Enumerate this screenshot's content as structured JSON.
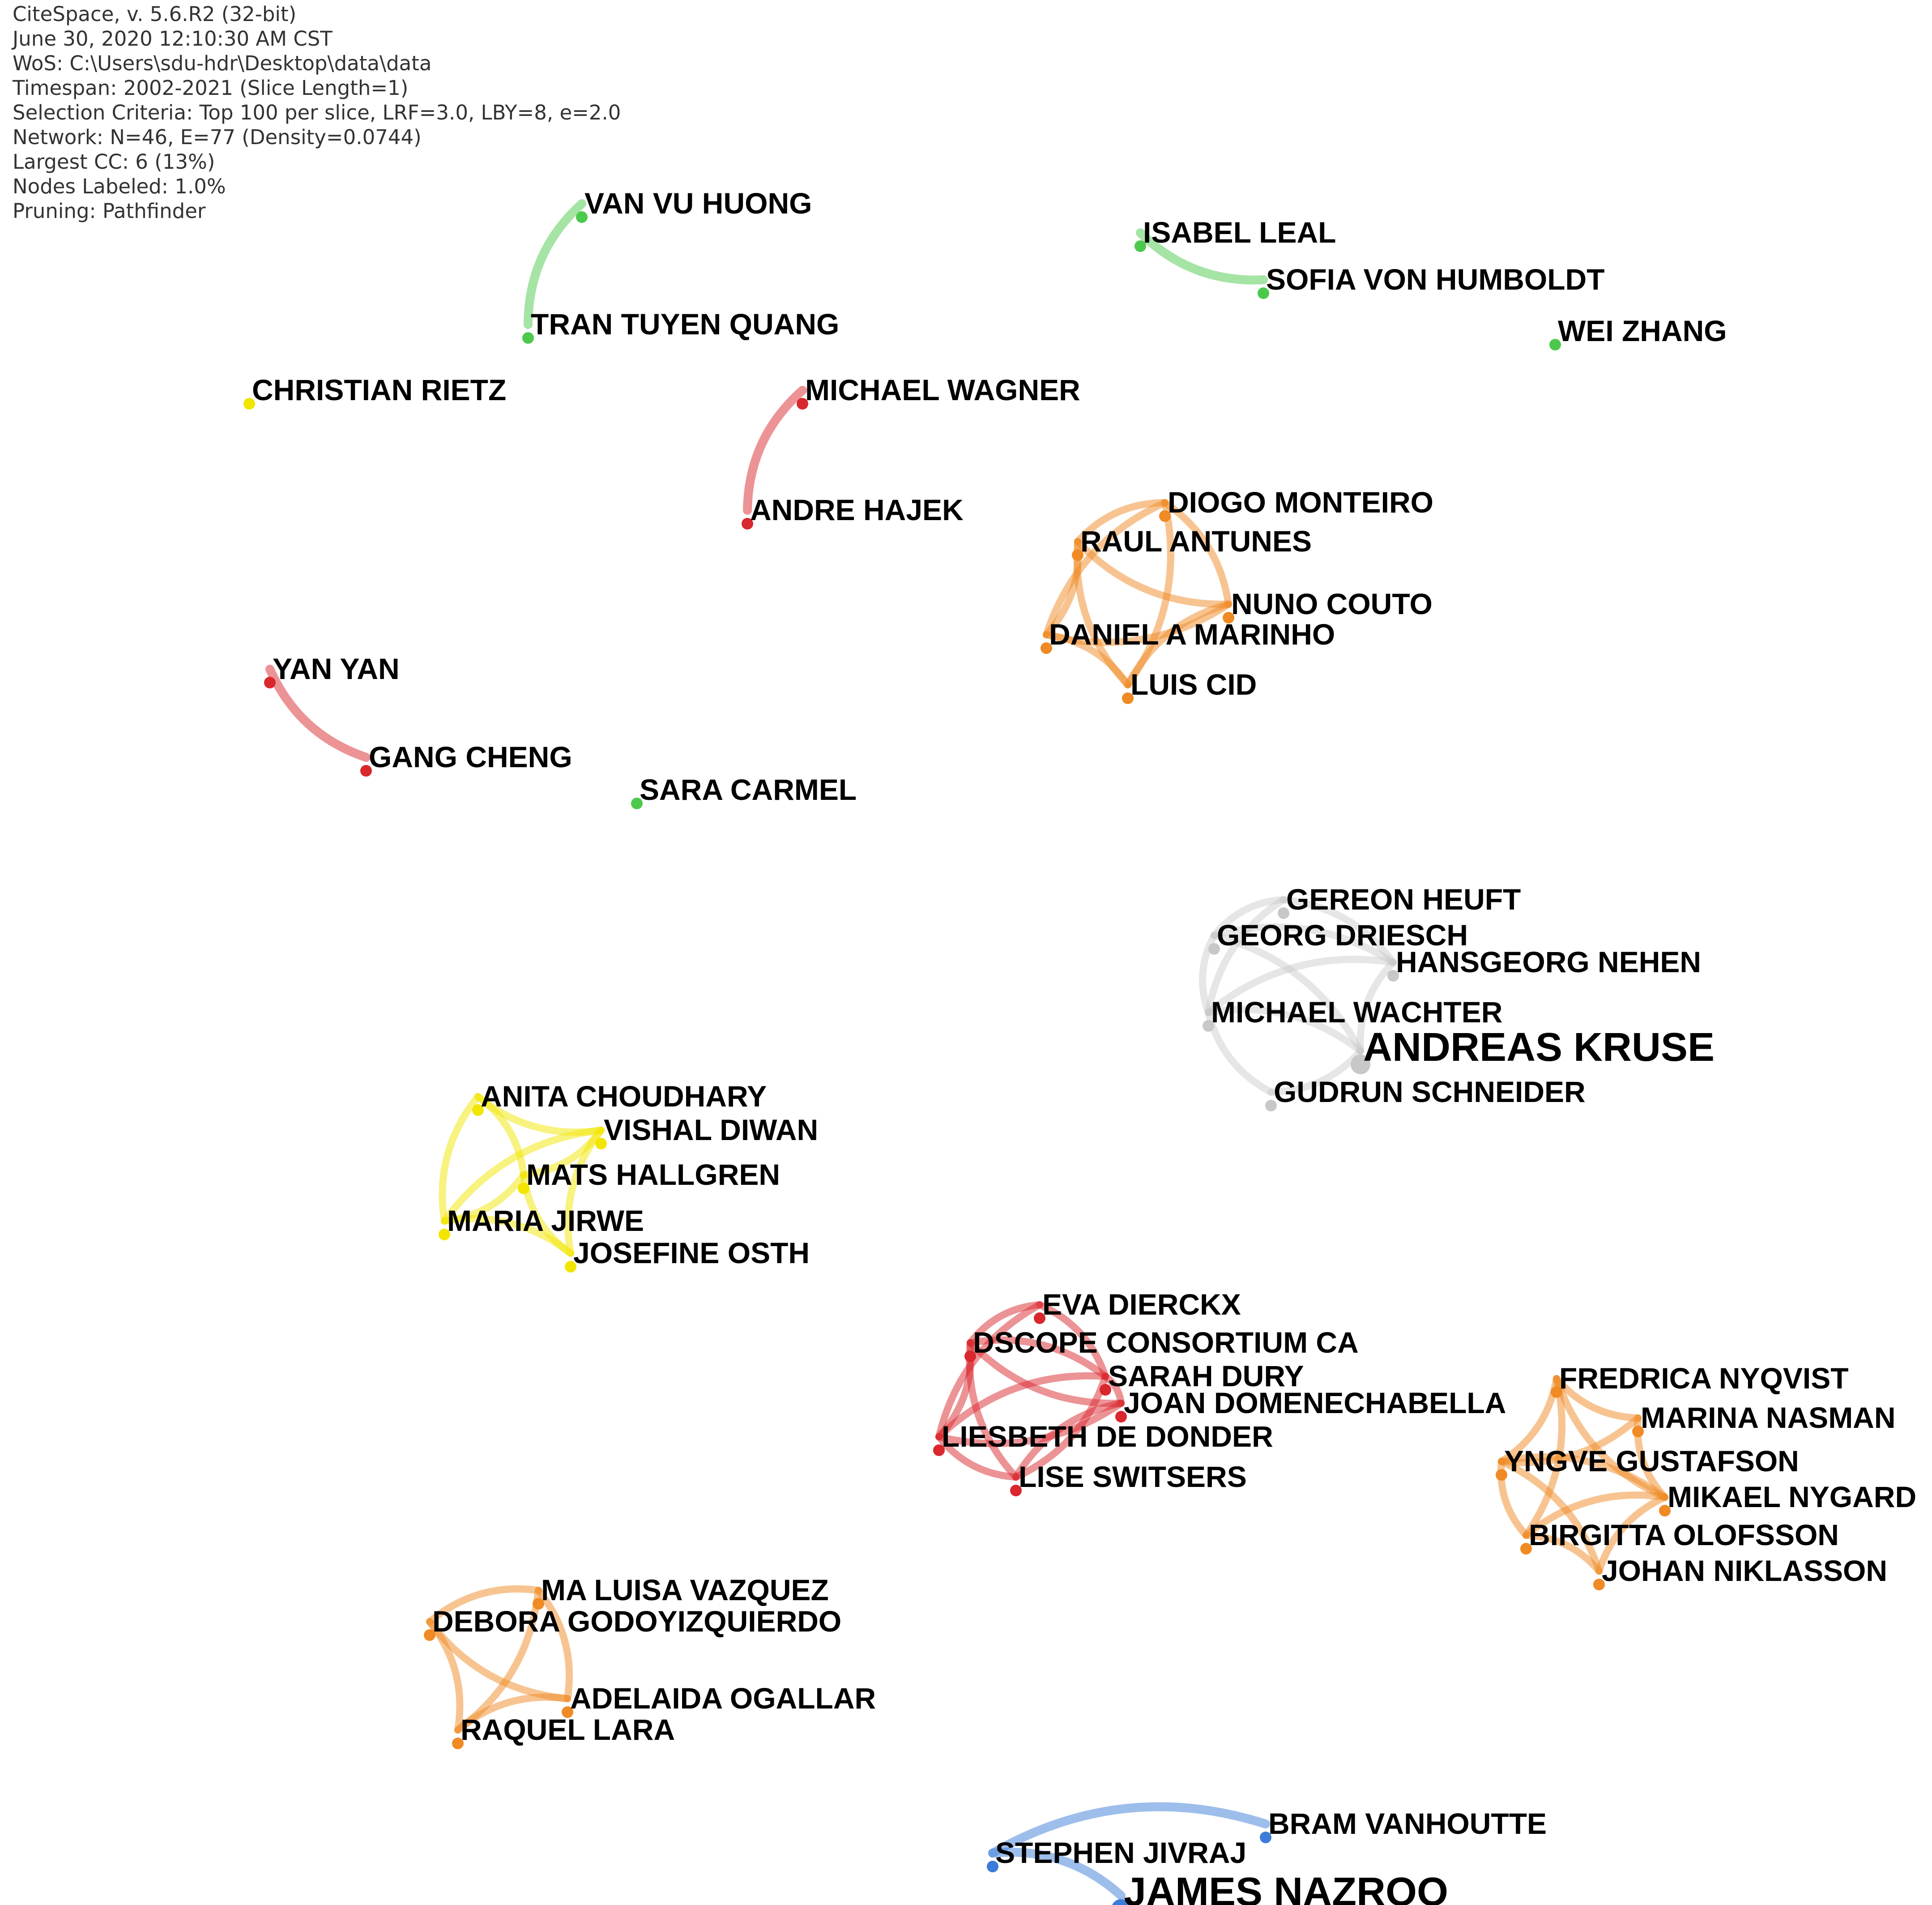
{
  "info": [
    "CiteSpace, v. 5.6.R2 (32-bit)",
    "June 30, 2020 12:10:30 AM CST",
    "WoS: C:\\Users\\sdu-hdr\\Desktop\\data\\data",
    "Timespan: 2002-2021 (Slice Length=1)",
    "Selection Criteria: Top 100 per slice, LRF=3.0, LBY=8, e=2.0",
    "Network: N=46, E=77 (Density=0.0744)",
    "Largest CC: 6 (13%)",
    "Nodes Labeled: 1.0%",
    "Pruning: Pathfinder"
  ],
  "colors": {
    "green": "#4cc94c",
    "yellow": "#f2e600",
    "red": "#d9272e",
    "orange": "#f08a24",
    "gray": "#c8c8c8",
    "blue": "#3b7dd8"
  },
  "clusters": [
    {
      "id": "vu-quang",
      "color": "green",
      "nodes": [
        "VAN VU HUONG",
        "TRAN TUYEN QUANG"
      ]
    },
    {
      "id": "leal-humboldt",
      "color": "green",
      "nodes": [
        "ISABEL LEAL",
        "SOFIA VON HUMBOLDT"
      ]
    },
    {
      "id": "zhang",
      "color": "green",
      "nodes": [
        "WEI ZHANG"
      ]
    },
    {
      "id": "rietz",
      "color": "yellow",
      "nodes": [
        "CHRISTIAN RIETZ"
      ]
    },
    {
      "id": "wagner-hajek",
      "color": "red",
      "nodes": [
        "MICHAEL WAGNER",
        "ANDRE HAJEK"
      ]
    },
    {
      "id": "portugal",
      "color": "orange",
      "nodes": [
        "DIOGO MONTEIRO",
        "RAUL ANTUNES",
        "NUNO COUTO",
        "DANIEL A MARINHO",
        "LUIS CID"
      ]
    },
    {
      "id": "yan-cheng",
      "color": "red",
      "nodes": [
        "YAN YAN",
        "GANG CHENG"
      ]
    },
    {
      "id": "carmel",
      "color": "green",
      "nodes": [
        "SARA CARMEL"
      ]
    },
    {
      "id": "germany",
      "color": "gray",
      "nodes": [
        "GEREON HEUFT",
        "GEORG DRIESCH",
        "HANSGEORG NEHEN",
        "MICHAEL WACHTER",
        "ANDREAS KRUSE",
        "GUDRUN SCHNEIDER"
      ]
    },
    {
      "id": "sweden-india",
      "color": "yellow",
      "nodes": [
        "ANITA CHOUDHARY",
        "VISHAL DIWAN",
        "MATS HALLGREN",
        "MARIA JIRWE",
        "JOSEFINE OSTH"
      ]
    },
    {
      "id": "dscope",
      "color": "red",
      "nodes": [
        "EVA DIERCKX",
        "DSCOPE CONSORTIUM CA",
        "SARAH DURY",
        "JOAN DOMENECHABELLA",
        "LIESBETH DE DONDER",
        "LISE SWITSERS"
      ]
    },
    {
      "id": "nordic",
      "color": "orange",
      "nodes": [
        "FREDRICA NYQVIST",
        "MARINA NASMAN",
        "YNGVE GUSTAFSON",
        "MIKAEL NYGARD",
        "BIRGITTA OLOFSSON",
        "JOHAN NIKLASSON"
      ]
    },
    {
      "id": "spain",
      "color": "orange",
      "nodes": [
        "MA LUISA VAZQUEZ",
        "DEBORA GODOYIZQUIERDO",
        "ADELAIDA OGALLAR",
        "RAQUEL LARA"
      ]
    },
    {
      "id": "uk",
      "color": "blue",
      "nodes": [
        "BRAM VANHOUTTE",
        "STEPHEN JIVRAJ",
        "JAMES NAZROO"
      ]
    }
  ]
}
